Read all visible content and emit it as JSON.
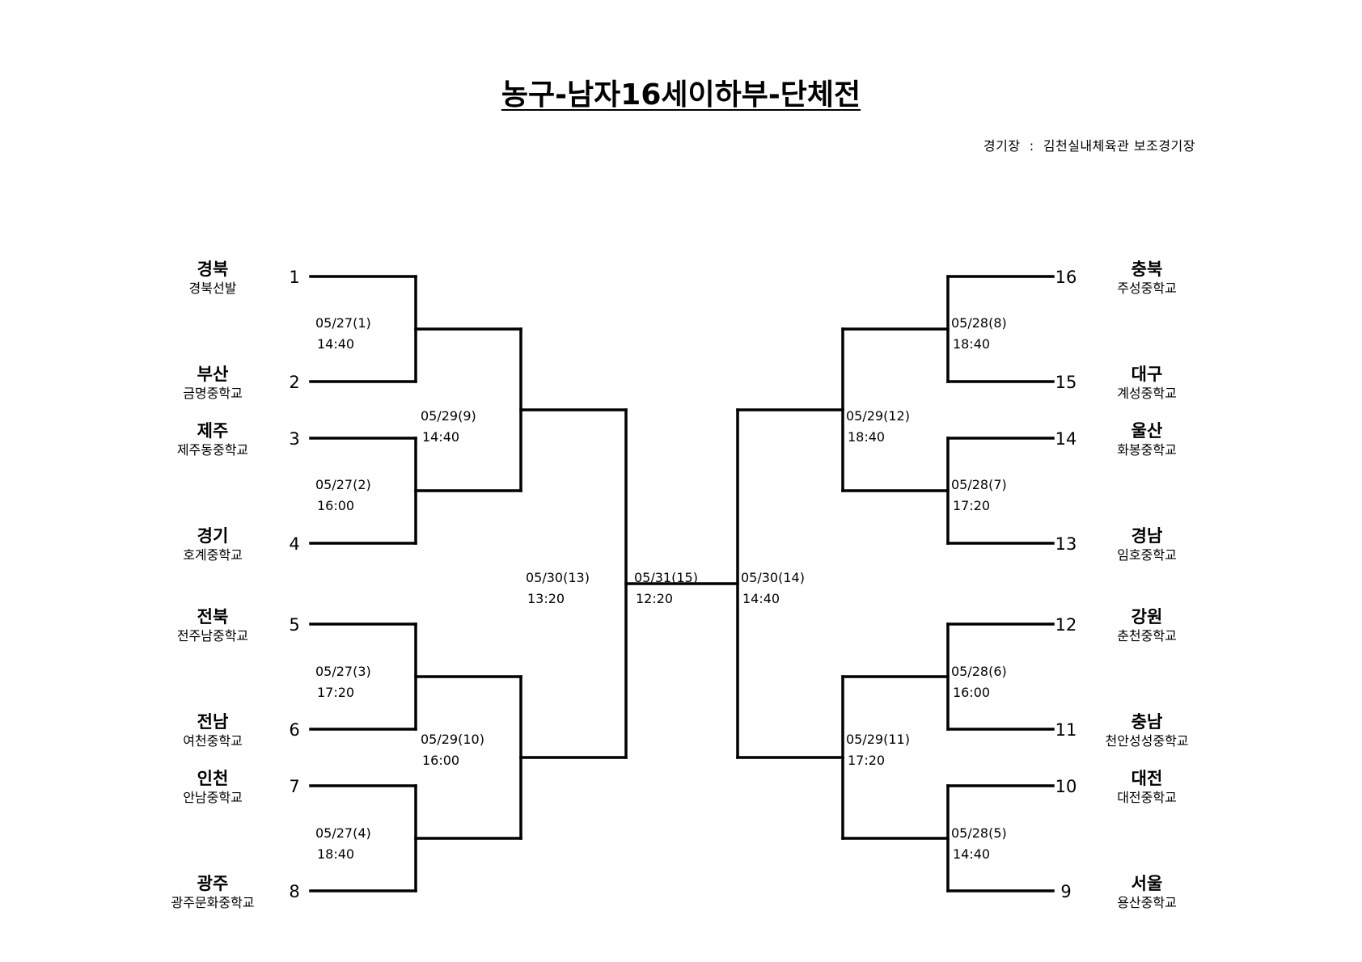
{
  "title": "농구-남자16세이하부-단체전",
  "venue": "경기장  :  김천실내체육관 보조경기장",
  "teams": [
    {
      "seed": "1",
      "region": "경북",
      "school": "경북선발"
    },
    {
      "seed": "2",
      "region": "부산",
      "school": "금명중학교"
    },
    {
      "seed": "3",
      "region": "제주",
      "school": "제주동중학교"
    },
    {
      "seed": "4",
      "region": "경기",
      "school": "호계중학교"
    },
    {
      "seed": "5",
      "region": "전북",
      "school": "전주남중학교"
    },
    {
      "seed": "6",
      "region": "전남",
      "school": "여천중학교"
    },
    {
      "seed": "7",
      "region": "인천",
      "school": "안남중학교"
    },
    {
      "seed": "8",
      "region": "광주",
      "school": "광주문화중학교"
    },
    {
      "seed": "9",
      "region": "서울",
      "school": "용산중학교"
    },
    {
      "seed": "10",
      "region": "대전",
      "school": "대전중학교"
    },
    {
      "seed": "11",
      "region": "충남",
      "school": "천안성성중학교"
    },
    {
      "seed": "12",
      "region": "강원",
      "school": "춘천중학교"
    },
    {
      "seed": "13",
      "region": "경남",
      "school": "임호중학교"
    },
    {
      "seed": "14",
      "region": "울산",
      "school": "화봉중학교"
    },
    {
      "seed": "15",
      "region": "대구",
      "school": "계성중학교"
    },
    {
      "seed": "16",
      "region": "충북",
      "school": "주성중학교"
    }
  ],
  "matches": [
    {
      "id": "m1",
      "date": "05/27(1)",
      "time": "14:40"
    },
    {
      "id": "m2",
      "date": "05/27(2)",
      "time": "16:00"
    },
    {
      "id": "m3",
      "date": "05/27(3)",
      "time": "17:20"
    },
    {
      "id": "m4",
      "date": "05/27(4)",
      "time": "18:40"
    },
    {
      "id": "m5",
      "date": "05/28(5)",
      "time": "14:40"
    },
    {
      "id": "m6",
      "date": "05/28(6)",
      "time": "16:00"
    },
    {
      "id": "m7",
      "date": "05/28(7)",
      "time": "17:20"
    },
    {
      "id": "m8",
      "date": "05/28(8)",
      "time": "18:40"
    },
    {
      "id": "m9",
      "date": "05/29(9)",
      "time": "14:40"
    },
    {
      "id": "m10",
      "date": "05/29(10)",
      "time": "16:00"
    },
    {
      "id": "m11",
      "date": "05/29(11)",
      "time": "17:20"
    },
    {
      "id": "m12",
      "date": "05/29(12)",
      "time": "18:40"
    },
    {
      "id": "m13",
      "date": "05/30(13)",
      "time": "13:20"
    },
    {
      "id": "m14",
      "date": "05/30(14)",
      "time": "14:40"
    },
    {
      "id": "m15",
      "date": "05/31(15)",
      "time": "12:20"
    }
  ]
}
